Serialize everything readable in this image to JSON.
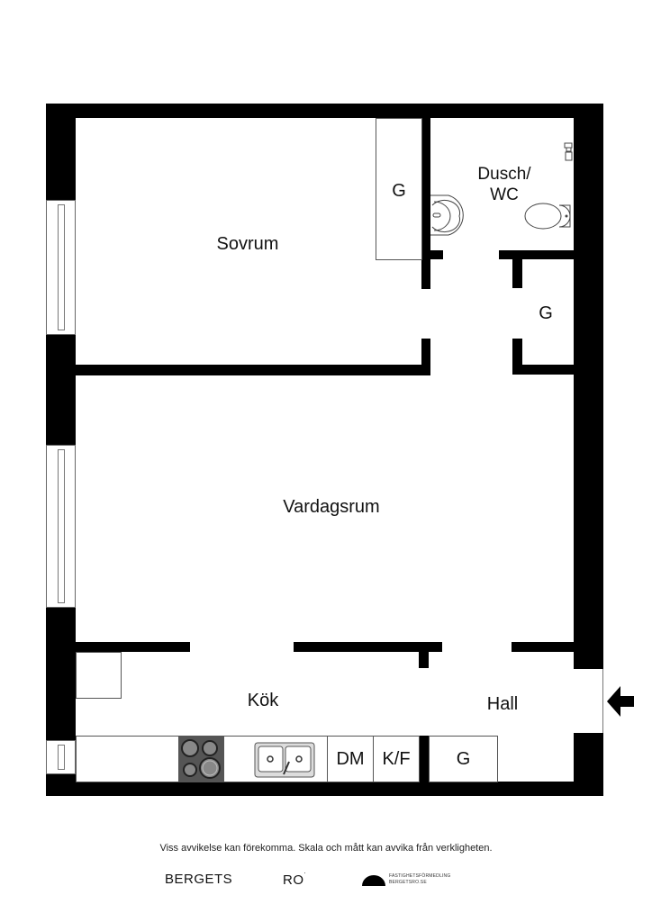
{
  "rooms": {
    "sovrum": "Sovrum",
    "dusch_wc": [
      "Dusch/",
      "WC"
    ],
    "vardagsrum": "Vardagsrum",
    "kok": "Kök",
    "hall": "Hall",
    "closet_bedroom": "G",
    "closet_hall": "G",
    "closet_kitchen": "G"
  },
  "appliances": {
    "dishwasher": "DM",
    "fridge_freezer": "K/F"
  },
  "footer": {
    "disclaimer": "Viss avvikelse kan förekomma. Skala och mått kan avvika från verkligheten.",
    "brand_left": "BERGETS",
    "brand_right": "RO",
    "brand_right_mark": "˙",
    "agency_line1": "FASTIGHETSFÖRMEDLING",
    "agency_line2": "BERGETSRO.SE"
  },
  "colors": {
    "wall": "#000000",
    "stove": "#555555",
    "background": "#ffffff"
  },
  "icons": {
    "entrance": "entrance-arrow-icon"
  }
}
